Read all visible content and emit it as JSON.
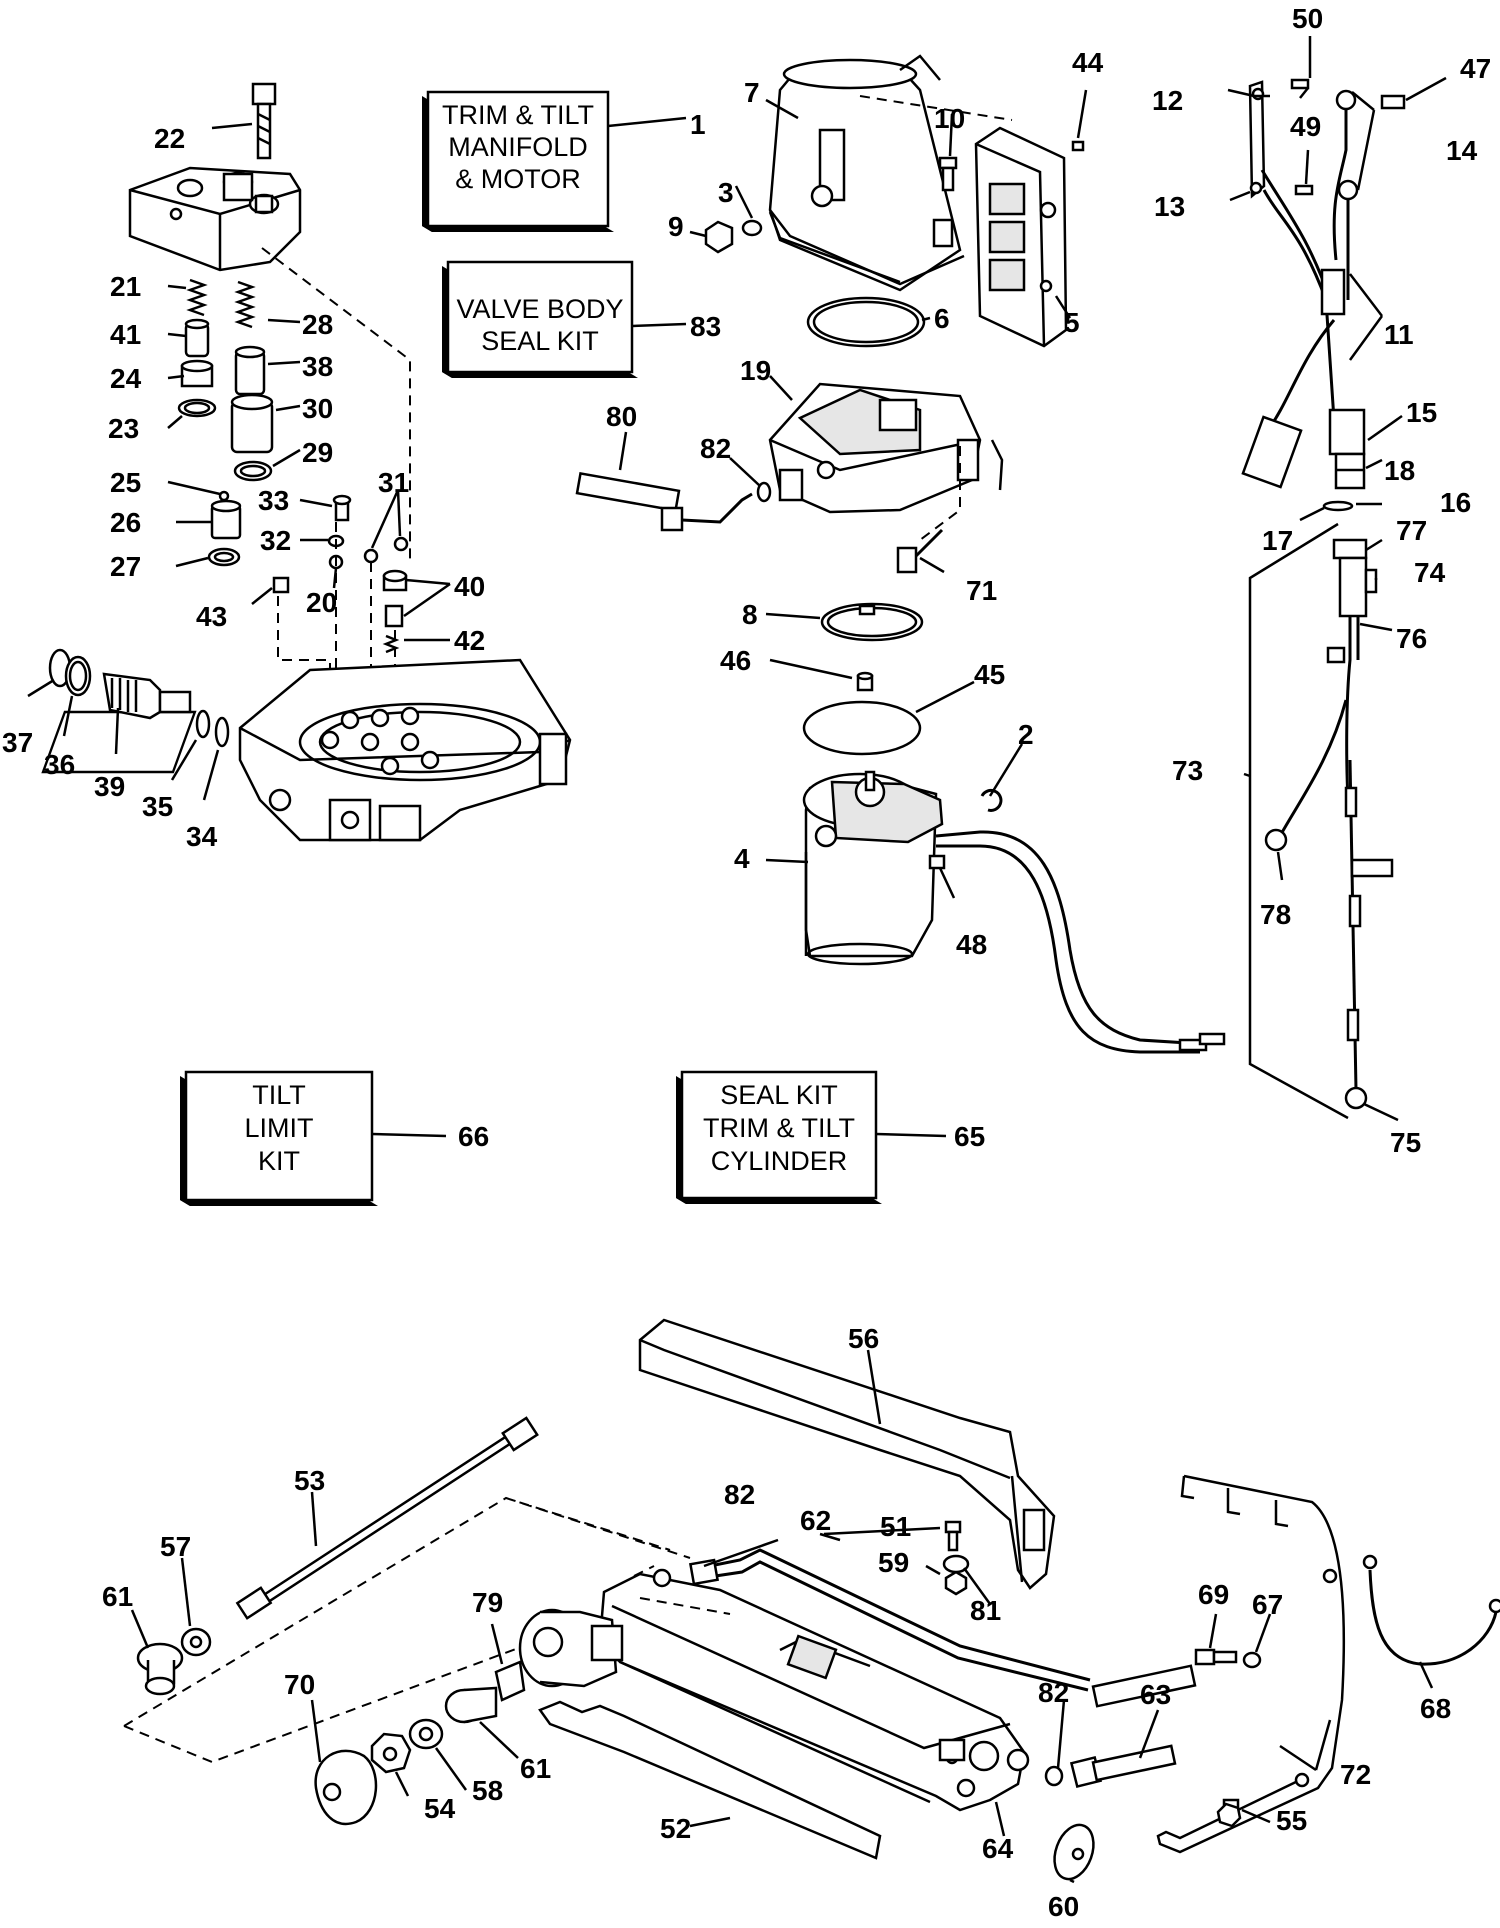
{
  "kit_boxes": [
    {
      "id": "trim-tilt-manifold-motor",
      "lines": [
        "TRIM & TILT",
        "MANIFOLD",
        "& MOTOR"
      ]
    },
    {
      "id": "valve-body-seal-kit",
      "lines": [
        "VALVE BODY",
        "SEAL KIT"
      ]
    },
    {
      "id": "tilt-limit-kit",
      "lines": [
        "TILT",
        "LIMIT",
        "KIT"
      ]
    },
    {
      "id": "seal-kit-trim-tilt-cylinder",
      "lines": [
        "SEAL KIT",
        "TRIM & TILT",
        "CYLINDER"
      ]
    }
  ],
  "callouts": {
    "c1": "1",
    "c2": "2",
    "c3": "3",
    "c4": "4",
    "c5": "5",
    "c6": "6",
    "c7": "7",
    "c8": "8",
    "c9": "9",
    "c10": "10",
    "c11": "11",
    "c12": "12",
    "c13": "13",
    "c14": "14",
    "c15": "15",
    "c16": "16",
    "c17": "17",
    "c18": "18",
    "c19": "19",
    "c20": "20",
    "c21": "21",
    "c22": "22",
    "c23": "23",
    "c24": "24",
    "c25": "25",
    "c26": "26",
    "c27": "27",
    "c28": "28",
    "c29": "29",
    "c30": "30",
    "c31": "31",
    "c32": "32",
    "c33": "33",
    "c34": "34",
    "c35": "35",
    "c36": "36",
    "c37": "37",
    "c38": "38",
    "c39": "39",
    "c40": "40",
    "c41": "41",
    "c42": "42",
    "c43": "43",
    "c44": "44",
    "c45": "45",
    "c46": "46",
    "c47": "47",
    "c48": "48",
    "c49": "49",
    "c50": "50",
    "c51": "51",
    "c52": "52",
    "c53": "53",
    "c54": "54",
    "c55": "55",
    "c56": "56",
    "c57": "57",
    "c58": "58",
    "c59": "59",
    "c60": "60",
    "c61a": "61",
    "c61b": "61",
    "c62": "62",
    "c63": "63",
    "c64": "64",
    "c65": "65",
    "c66": "66",
    "c67": "67",
    "c68": "68",
    "c69": "69",
    "c70": "70",
    "c71": "71",
    "c72": "72",
    "c73": "73",
    "c74": "74",
    "c75": "75",
    "c76": "76",
    "c77": "77",
    "c78": "78",
    "c79": "79",
    "c80": "80",
    "c81": "81",
    "c82a": "82",
    "c82b": "82",
    "c82c": "82",
    "c83": "83"
  }
}
